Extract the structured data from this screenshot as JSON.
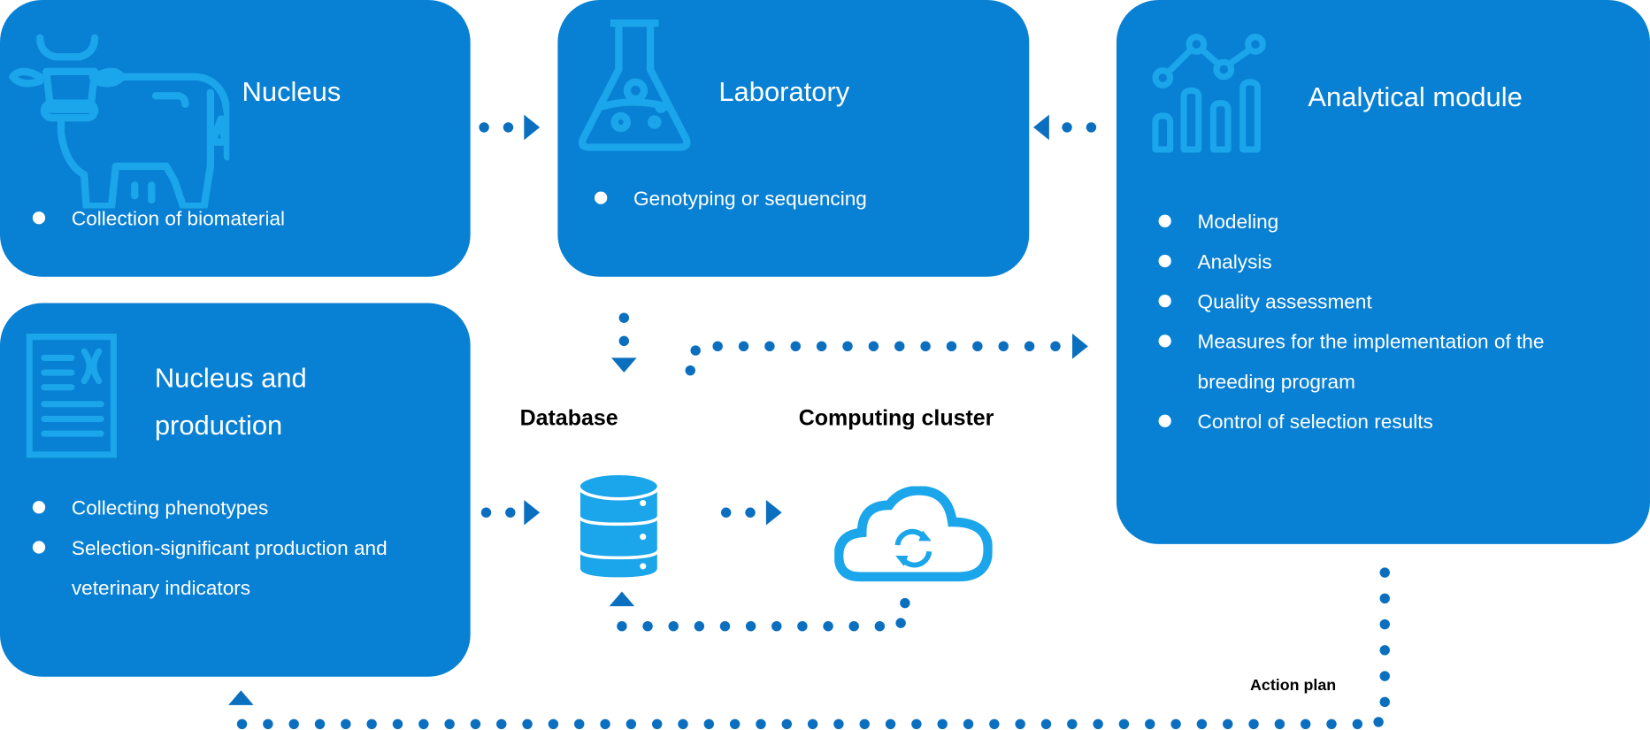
{
  "nodes": {
    "nucleus": {
      "title": "Nucleus",
      "items": [
        "Collection of biomaterial"
      ]
    },
    "laboratory": {
      "title": "Laboratory",
      "items": [
        "Genotyping or sequencing"
      ]
    },
    "analytical": {
      "title": "Analytical module",
      "items": [
        "Modeling",
        "Analysis",
        "Quality assessment",
        "Measures for the implementation of the breeding program",
        "Control of selection results"
      ]
    },
    "production": {
      "title_line1": "Nucleus and",
      "title_line2": "production",
      "items": [
        "Collecting phenotypes",
        "Selection-significant production and veterinary indicators"
      ]
    },
    "database": {
      "label": "Database"
    },
    "cluster": {
      "label": "Computing cluster"
    }
  },
  "edges": {
    "action_plan_label": "Action plan"
  },
  "colors": {
    "box": "#0880D3",
    "icon": "#1BA5EA",
    "connector": "#0B6FC0"
  }
}
